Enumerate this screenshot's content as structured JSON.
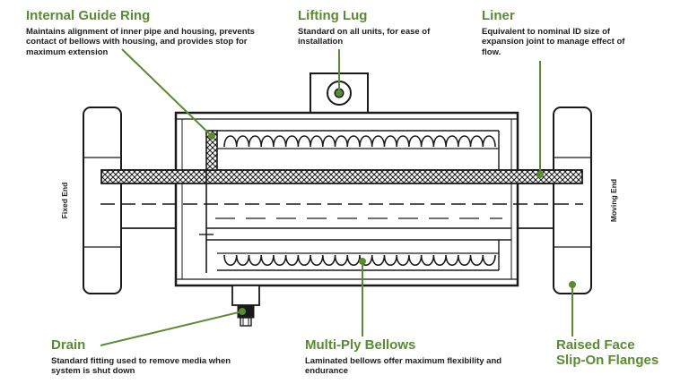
{
  "colors": {
    "accent": "#5a8a32",
    "line": "#1a1a1a"
  },
  "callouts": {
    "guide_ring": {
      "title": "Internal Guide Ring",
      "desc": "Maintains alignment of inner pipe and housing, prevents contact of bellows with housing, and provides stop for maximum extension"
    },
    "lifting_lug": {
      "title": "Lifting Lug",
      "desc": "Standard on all units, for ease of installation"
    },
    "liner": {
      "title": "Liner",
      "desc": "Equivalent to nominal ID size of expansion joint to manage effect of flow."
    },
    "drain": {
      "title": "Drain",
      "desc": "Standard fitting used to remove media when system is shut down"
    },
    "bellows": {
      "title": "Multi-Ply Bellows",
      "desc": "Laminated bellows offer maximum flexibility and endurance"
    },
    "flanges": {
      "title_line1": "Raised Face",
      "title_line2": "Slip-On Flanges"
    }
  },
  "labels": {
    "fixed_end": "Fixed End",
    "moving_end": "Moving End"
  }
}
